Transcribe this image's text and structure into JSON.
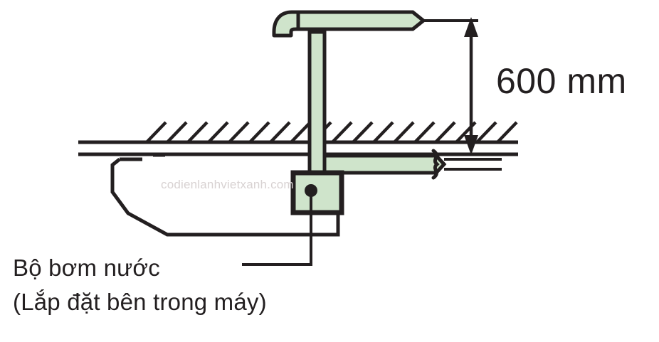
{
  "diagram": {
    "title": "Water pump drain pipe installation height diagram",
    "dimension_label": "600 mm",
    "note_line_1": "Bộ bơm nước",
    "note_line_2": "(Lắp đặt bên trong máy)",
    "watermark": "codienlanhvietxanh.com",
    "colors": {
      "pipe_fill": "#cfe4cb",
      "line": "#231f20",
      "background": "#ffffff",
      "watermark": "#d8d2d2"
    },
    "parts": {
      "vertical_riser": "vertical-drain-riser-pipe",
      "top_horizontal_pipe": "top-horizontal-drain-pipe",
      "elbow": "pipe-elbow-outlet",
      "horizontal_drain_pipe": "ceiling-horizontal-drain-pipe",
      "pump_box": "water-pump-unit",
      "pump_port": "pump-outlet-port",
      "indoor_unit": "indoor-unit-body",
      "ceiling": "ceiling-slab",
      "break_symbol": "pipe-break-symbol",
      "dimension_line": "height-dimension-line",
      "leader_line": "note-leader-line"
    }
  }
}
